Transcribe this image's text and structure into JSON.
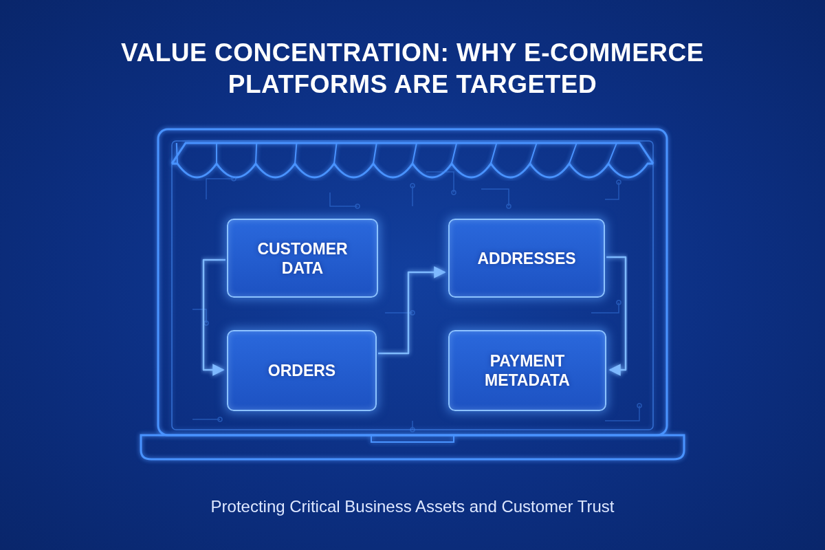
{
  "diagram": {
    "title": "VALUE CONCENTRATION: WHY E-COMMERCE PLATFORMS ARE TARGETED",
    "caption": "Protecting Critical Business Assets and Customer Trust",
    "nodes": [
      {
        "text": [
          "CUSTOMER DATA"
        ]
      },
      {
        "text": [
          "ADDRESSES"
        ]
      },
      {
        "text": [
          "ORDERS"
        ]
      },
      {
        "text": [
          "PAYMENT METADATA"
        ]
      }
    ],
    "edges": [
      {
        "from": 0,
        "to": 1,
        "arrow": "to"
      },
      {
        "from": 0,
        "to": 2,
        "arrow": "both"
      },
      {
        "from": 2,
        "to": 1,
        "arrow": "to"
      },
      {
        "from": 3,
        "to": 2,
        "arrow": "to"
      },
      {
        "from": 0,
        "to": 2,
        "arrow": "to"
      },
      {
        "from": 1,
        "to": 3,
        "arrow": "to"
      }
    ]
  }
}
